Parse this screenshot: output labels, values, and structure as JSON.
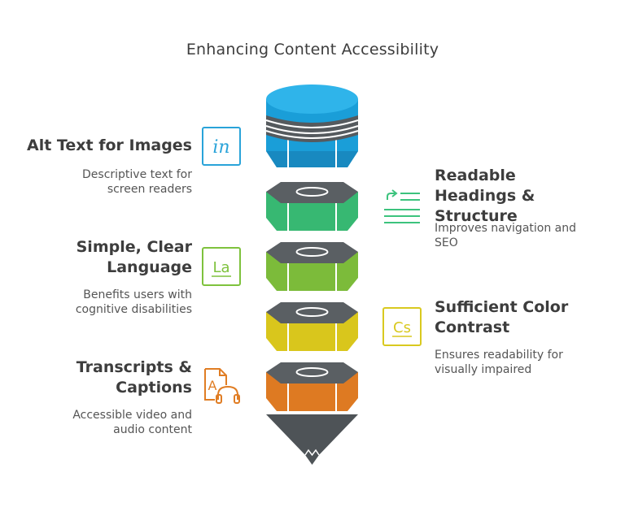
{
  "title": "Enhancing Content Accessibility",
  "items": [
    {
      "heading_lines": [
        "Alt Text for Images"
      ],
      "desc_lines": [
        "Descriptive text for",
        "screen readers"
      ],
      "icon": "alt-text-icon",
      "color": "#29a3d9"
    },
    {
      "heading_lines": [
        "Readable",
        "Headings &",
        "Structure"
      ],
      "desc_lines": [
        "Improves navigation and",
        "SEO"
      ],
      "icon": "headings-list-icon",
      "color": "#3cc37d"
    },
    {
      "heading_lines": [
        "Simple, Clear",
        "Language"
      ],
      "desc_lines": [
        "Benefits users with",
        "cognitive disabilities"
      ],
      "icon": "language-icon",
      "color": "#7ec23d"
    },
    {
      "heading_lines": [
        "Sufficient Color",
        "Contrast"
      ],
      "desc_lines": [
        "Ensures readability for",
        "visually impaired"
      ],
      "icon": "color-contrast-icon",
      "color": "#d9c91f"
    },
    {
      "heading_lines": [
        "Transcripts &",
        "Captions"
      ],
      "desc_lines": [
        "Accessible video and",
        "audio content"
      ],
      "icon": "transcript-headphones-icon",
      "color": "#e07d24"
    }
  ],
  "icon_glyphs": {
    "alt_text": "in",
    "language": "La",
    "color_contrast": "Cs",
    "transcript": "A"
  }
}
